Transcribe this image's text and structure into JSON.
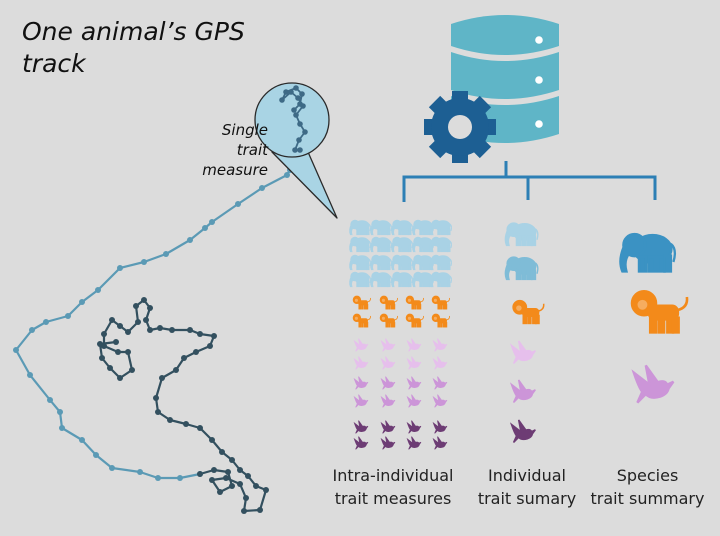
{
  "title": {
    "line1": "One animal’s GPS",
    "line2": "track"
  },
  "callout": {
    "line1": "Single",
    "line2": "trait measure"
  },
  "columns": [
    {
      "line1": "Intra-individual",
      "line2": "trait measures"
    },
    {
      "line1": "Individual",
      "line2": "trait sumary"
    },
    {
      "line1": "Species",
      "line2": "trait summary"
    }
  ],
  "colors": {
    "background": "#dcdcdc",
    "track_light": "#5b9ab5",
    "track_dark": "#33505f",
    "database": "#5fb5c7",
    "gear": "#1d5f93",
    "connector": "#2d7fb5",
    "elephant_light": "#a9d2e5",
    "elephant_mid": "#7fbcd7",
    "elephant_dark": "#3b92c3",
    "lion": "#f38a1a",
    "bird_light": "#e6bfec",
    "bird_mid": "#cc95d8",
    "bird_dark": "#6d3c74"
  },
  "icons": {
    "database": "database-icon",
    "gear": "gear-icon",
    "elephant": "elephant-icon",
    "lion": "lion-icon",
    "hummingbird": "hummingbird-icon"
  }
}
